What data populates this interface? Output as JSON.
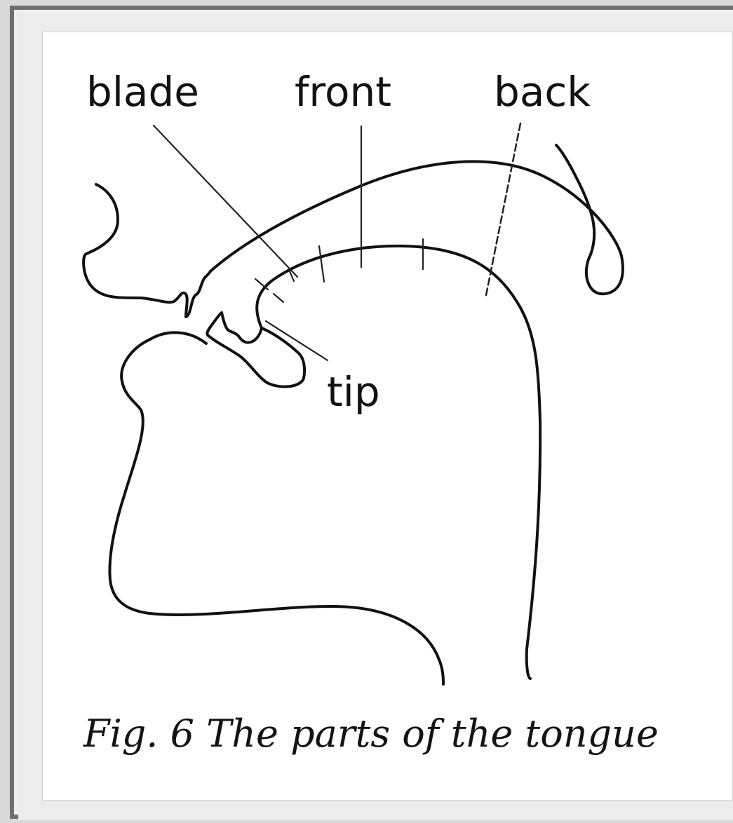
{
  "labels": {
    "blade": "blade",
    "front": "front",
    "back": "back",
    "tip": "tip"
  },
  "caption": "Fig. 6  The parts of the tongue",
  "colors": {
    "frame": "#6f6f6f",
    "mat": "#ececec",
    "paper": "#ffffff",
    "ink": "#121212"
  }
}
